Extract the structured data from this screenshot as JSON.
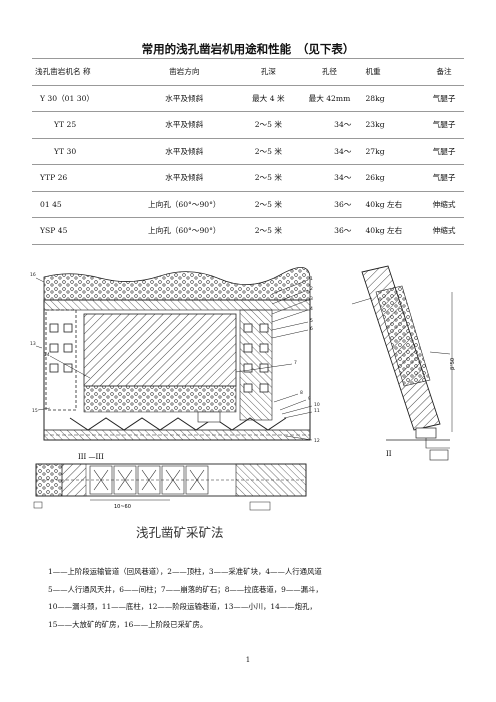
{
  "page_title": "常用的浅孔凿岩机用途和性能　（见下表）",
  "table": {
    "headers": [
      "浅孔凿岩机名 称",
      "凿岩方向",
      "孔深",
      "孔径",
      "机重",
      "备注"
    ],
    "rows": [
      [
        "Y 30（01 30）",
        "水平及倾斜",
        "最大 4 米",
        "最大 42mm",
        "28kg",
        "气腿子"
      ],
      [
        "YT 25",
        "水平及倾斜",
        "2～5 米",
        "34～",
        "23kg",
        "气腿子"
      ],
      [
        "YT 30",
        "水平及倾斜",
        "2～5 米",
        "34～",
        "27kg",
        "气腿子"
      ],
      [
        "YTP 26",
        "水平及倾斜",
        "2～5 米",
        "34～",
        "26kg",
        "气腿子"
      ],
      [
        "01 45",
        "上向孔（60°～90°）",
        "2～5 米",
        "36～",
        "40kg 左右",
        "伸缩式"
      ],
      [
        "YSP 45",
        "上向孔（60°～90°）",
        "2～5 米",
        "36～",
        "40kg 左右",
        "伸缩式"
      ]
    ]
  },
  "diagram": {
    "section_label_1": "III —III",
    "section_label_2": "II",
    "dimension_label": "10~60",
    "angle_label": "β°50",
    "callouts": [
      "1",
      "2",
      "3",
      "4",
      "5",
      "6",
      "7",
      "8",
      "9",
      "10",
      "11",
      "12",
      "13",
      "14",
      "15",
      "16"
    ],
    "caption": "浅孔凿矿采矿法"
  },
  "legend": [
    "1——上阶段运输管道（回风巷道），2——顶柱，3——采准矿块，4——人行通风道",
    "5——人行通风天井，6——间柱；7——崩落的矿石；8——拉底巷道，9——漏斗，",
    "10——漏斗颈，11——底柱，12——阶段运输巷道，13——小川，14——炮孔，",
    "15——大放矿的矿房，16——上阶段已采矿房。"
  ],
  "page_number": "1"
}
